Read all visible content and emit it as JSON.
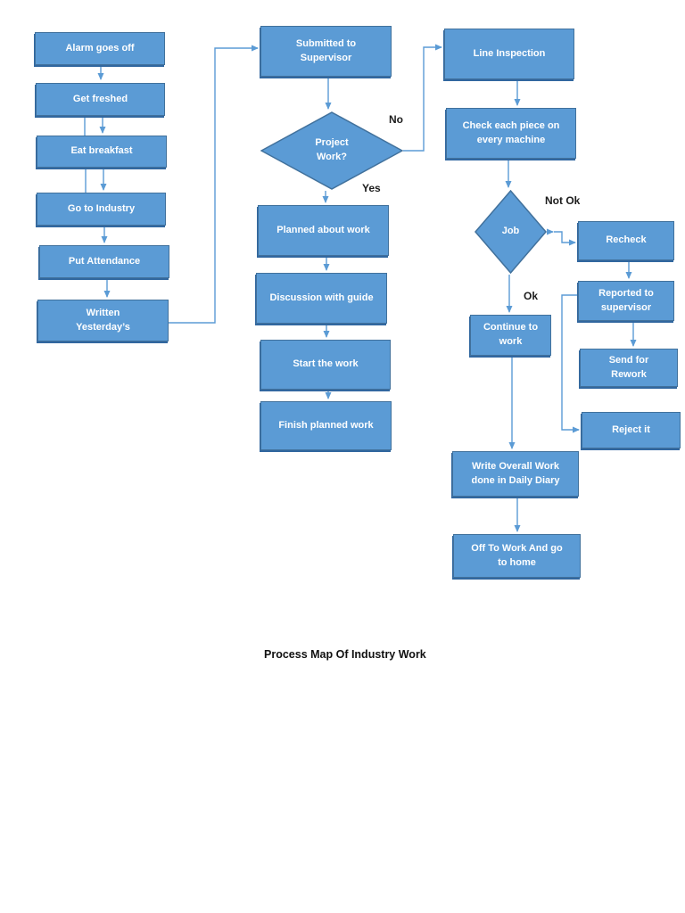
{
  "title": "Process Map Of Industry Work",
  "palette": {
    "box_fill": "#5b9bd5",
    "box_border": "#41719c",
    "box_shadow": "#31679f",
    "connector": "#5b9bd5",
    "node_text": "#ffffff",
    "edge_label_text": "#1c1c1c"
  },
  "nodes": {
    "alarm": "Alarm goes off",
    "get_freshed": "Get freshed",
    "eat_breakfast": "Eat breakfast",
    "go_to_industry": "Go to Industry",
    "put_attendance": "Put Attendance",
    "written_yesterdays": "Written\nYesterday’s",
    "submitted_to_supervisor": "Submitted to\nSupervisor",
    "project_work": "Project\nWork?",
    "planned_about_work": "Planned about work",
    "discussion_with_guide": "Discussion with guide",
    "start_the_work": "Start the work",
    "finish_planned_work": "Finish planned work",
    "line_inspection": "Line Inspection",
    "check_each_piece": "Check each piece on\nevery machine",
    "job": "Job",
    "recheck": "Recheck",
    "reported_to_supervisor": "Reported to\nsupervisor",
    "send_for_rework": "Send for\nRework",
    "reject_it": "Reject it",
    "continue_to_work": "Continue to\nwork",
    "write_overall_work": "Write Overall Work\ndone in Daily Diary",
    "off_to_work": "Off To Work And go\nto home"
  },
  "edge_labels": {
    "no": "No",
    "yes": "Yes",
    "not_ok": "Not Ok",
    "ok": "Ok"
  }
}
